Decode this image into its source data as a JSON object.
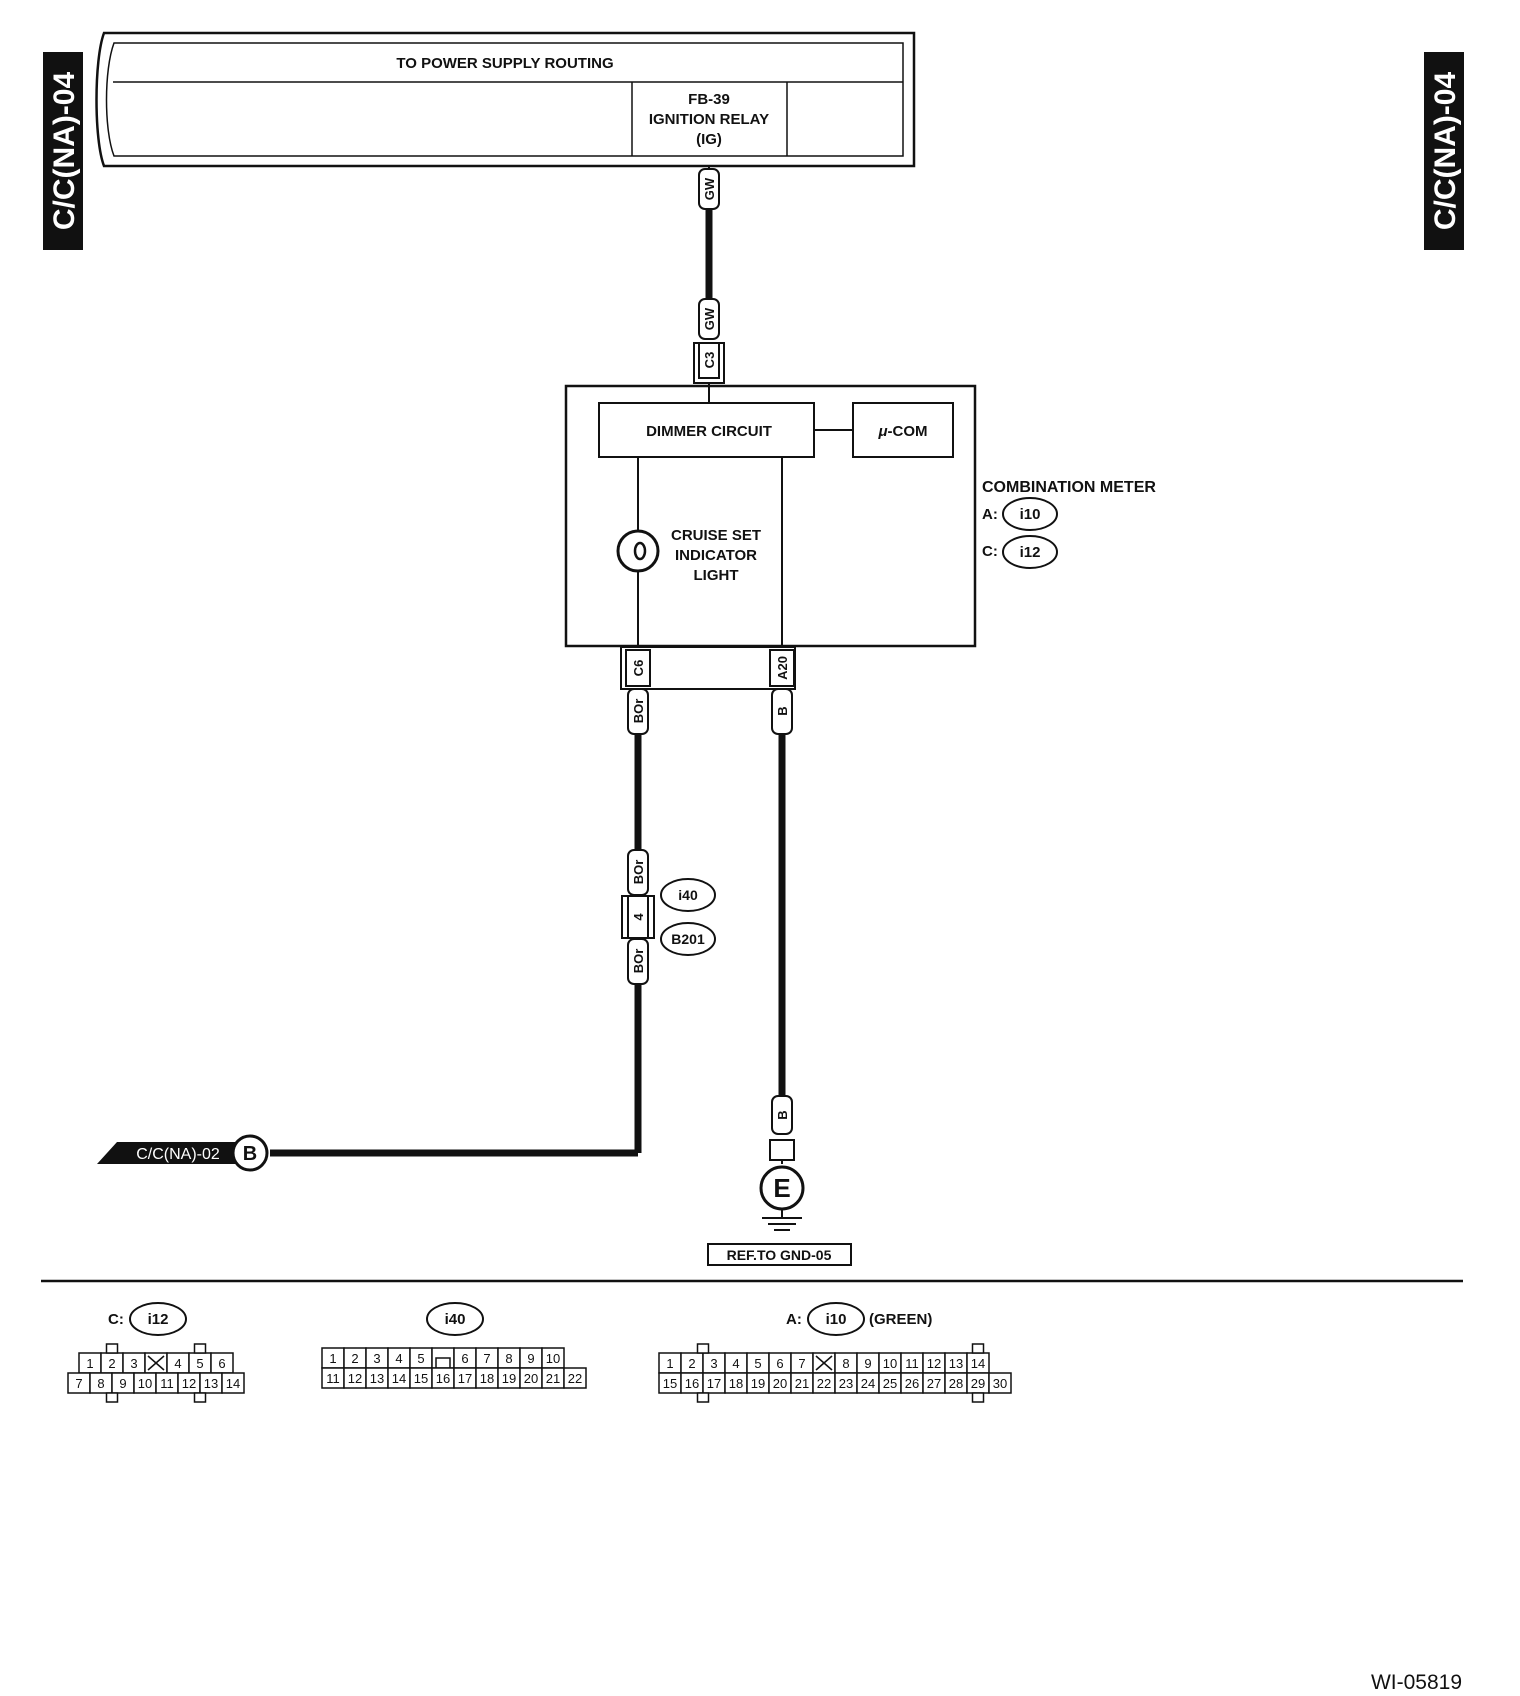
{
  "side_tab_left": "C/C(NA)-04",
  "side_tab_right": "C/C(NA)-04",
  "power_supply": {
    "banner": "TO POWER SUPPLY ROUTING",
    "relay_code": "FB-39",
    "relay_name": "IGNITION RELAY",
    "relay_mode": "(IG)"
  },
  "wires": {
    "gw_top": "GW",
    "gw_bottom": "GW",
    "bor_upper": "BOr",
    "bor_mid_top": "BOr",
    "bor_mid_bottom": "BOr",
    "b_upper": "B",
    "b_lower": "B"
  },
  "terminals": {
    "c3": "C3",
    "c6": "C6",
    "a20": "A20",
    "junction_pin": "4"
  },
  "meter": {
    "dimmer": "DIMMER CIRCUIT",
    "ucom_mu": "μ",
    "ucom_rest": "-COM",
    "lamp_line1": "CRUISE SET",
    "lamp_line2": "INDICATOR",
    "lamp_line3": "LIGHT",
    "title": "COMBINATION METER",
    "conn_a_prefix": "A:",
    "conn_a": "i10",
    "conn_c_prefix": "C:",
    "conn_c": "i12"
  },
  "junction": {
    "conn1": "i40",
    "conn2": "B201"
  },
  "offpage": {
    "label": "C/C(NA)-02",
    "marker": "B"
  },
  "ground": {
    "marker": "E",
    "ref": "REF.TO GND-05"
  },
  "connectors": {
    "c": {
      "prefix": "C:",
      "id": "i12",
      "row1": [
        "1",
        "2",
        "3",
        "",
        "4",
        "5",
        "6"
      ],
      "row2": [
        "7",
        "8",
        "9",
        "10",
        "11",
        "12",
        "13",
        "14"
      ]
    },
    "i40": {
      "id": "i40",
      "row1": [
        "1",
        "2",
        "3",
        "4",
        "5",
        "",
        "6",
        "7",
        "8",
        "9",
        "10"
      ],
      "row2": [
        "11",
        "12",
        "13",
        "14",
        "15",
        "16",
        "17",
        "18",
        "19",
        "20",
        "21",
        "22"
      ]
    },
    "a": {
      "prefix": "A:",
      "id": "i10",
      "suffix": "(GREEN)",
      "row1": [
        "1",
        "2",
        "3",
        "4",
        "5",
        "6",
        "7",
        "",
        "8",
        "9",
        "10",
        "11",
        "12",
        "13",
        "14"
      ],
      "row2": [
        "15",
        "16",
        "17",
        "18",
        "19",
        "20",
        "21",
        "22",
        "23",
        "24",
        "25",
        "26",
        "27",
        "28",
        "29",
        "30"
      ]
    }
  },
  "doc_code": "WI-05819"
}
